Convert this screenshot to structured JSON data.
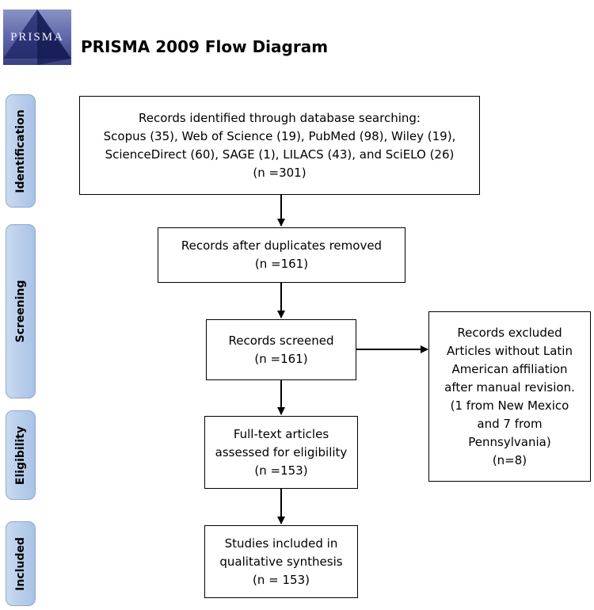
{
  "logo": {
    "text": "PRISMA"
  },
  "title": "PRISMA 2009 Flow Diagram",
  "stages": {
    "identification": "Identification",
    "screening": "Screening",
    "eligibility": "Eligibility",
    "included": "Included"
  },
  "boxes": {
    "identified": {
      "line1": "Records identified through database searching:",
      "line2": "Scopus (35), Web of Science (19), PubMed (98), Wiley (19),",
      "line3": "ScienceDirect (60), SAGE (1), LILACS (43), and SciELO (26)",
      "line4": "(n =301)"
    },
    "duplicates_removed": {
      "line1": "Records after duplicates removed",
      "line2": "(n =161)"
    },
    "screened": {
      "line1": "Records screened",
      "line2": "(n =161)"
    },
    "excluded": {
      "line1": "Records excluded",
      "line2": "Articles without Latin",
      "line3": "American affiliation",
      "line4": "after manual revision.",
      "line5": "(1 from New Mexico",
      "line6": "and 7 from",
      "line7": "Pennsylvania)",
      "line8": "(n=8)"
    },
    "fulltext": {
      "line1": "Full-text articles",
      "line2": "assessed for eligibility",
      "line3": "(n =153)"
    },
    "included": {
      "line1": "Studies included in",
      "line2": "qualitative synthesis",
      "line3": "(n = 153)"
    }
  }
}
